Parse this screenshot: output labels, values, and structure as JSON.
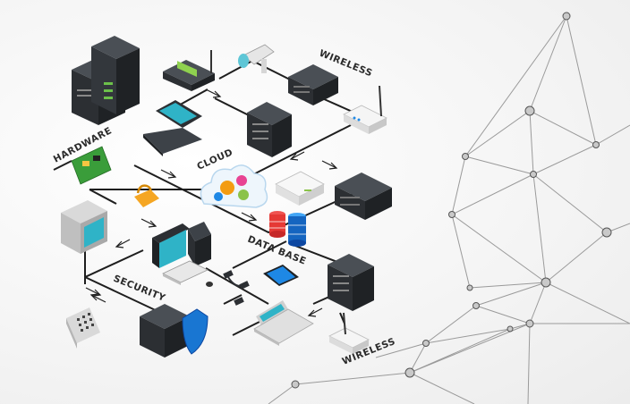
{
  "labels": {
    "hardware": "HARDWARE",
    "cloud": "CLOUD",
    "wireless_top": "WIRELESS",
    "data_base": "DATA BASE",
    "security": "SECURITY",
    "wireless_bottom": "WIRELESS"
  },
  "colors": {
    "server_dark": "#2c2f33",
    "server_face": "#3d4248",
    "accent_blue": "#1e88e5",
    "monitor_teal": "#2fb3c7",
    "wire": "#1e1e1e",
    "gear_orange": "#f39c12",
    "gear_pink": "#e84393",
    "gear_green": "#8bc34a",
    "db_red": "#e53935",
    "db_blue": "#1565c0",
    "shield_blue": "#1976d2",
    "lock_orange": "#f5a623",
    "board_green": "#3a9d3a"
  },
  "icons": [
    "server-tower-icon",
    "router-icon",
    "security-camera-icon",
    "wireless-server-icon",
    "laptop-icon",
    "rack-server-icon",
    "wifi-router-icon",
    "hardware-board-icon",
    "cloud-gears-icon",
    "lock-icon",
    "network-switch-icon",
    "server-box-icon",
    "crt-monitor-icon",
    "desktop-computer-icon",
    "database-icon",
    "keyboard-icon",
    "usb-cable-icon",
    "smartphone-icon",
    "rack-server-icon",
    "laptop-icon",
    "keypad-icon",
    "shield-server-icon",
    "wifi-router-icon"
  ]
}
